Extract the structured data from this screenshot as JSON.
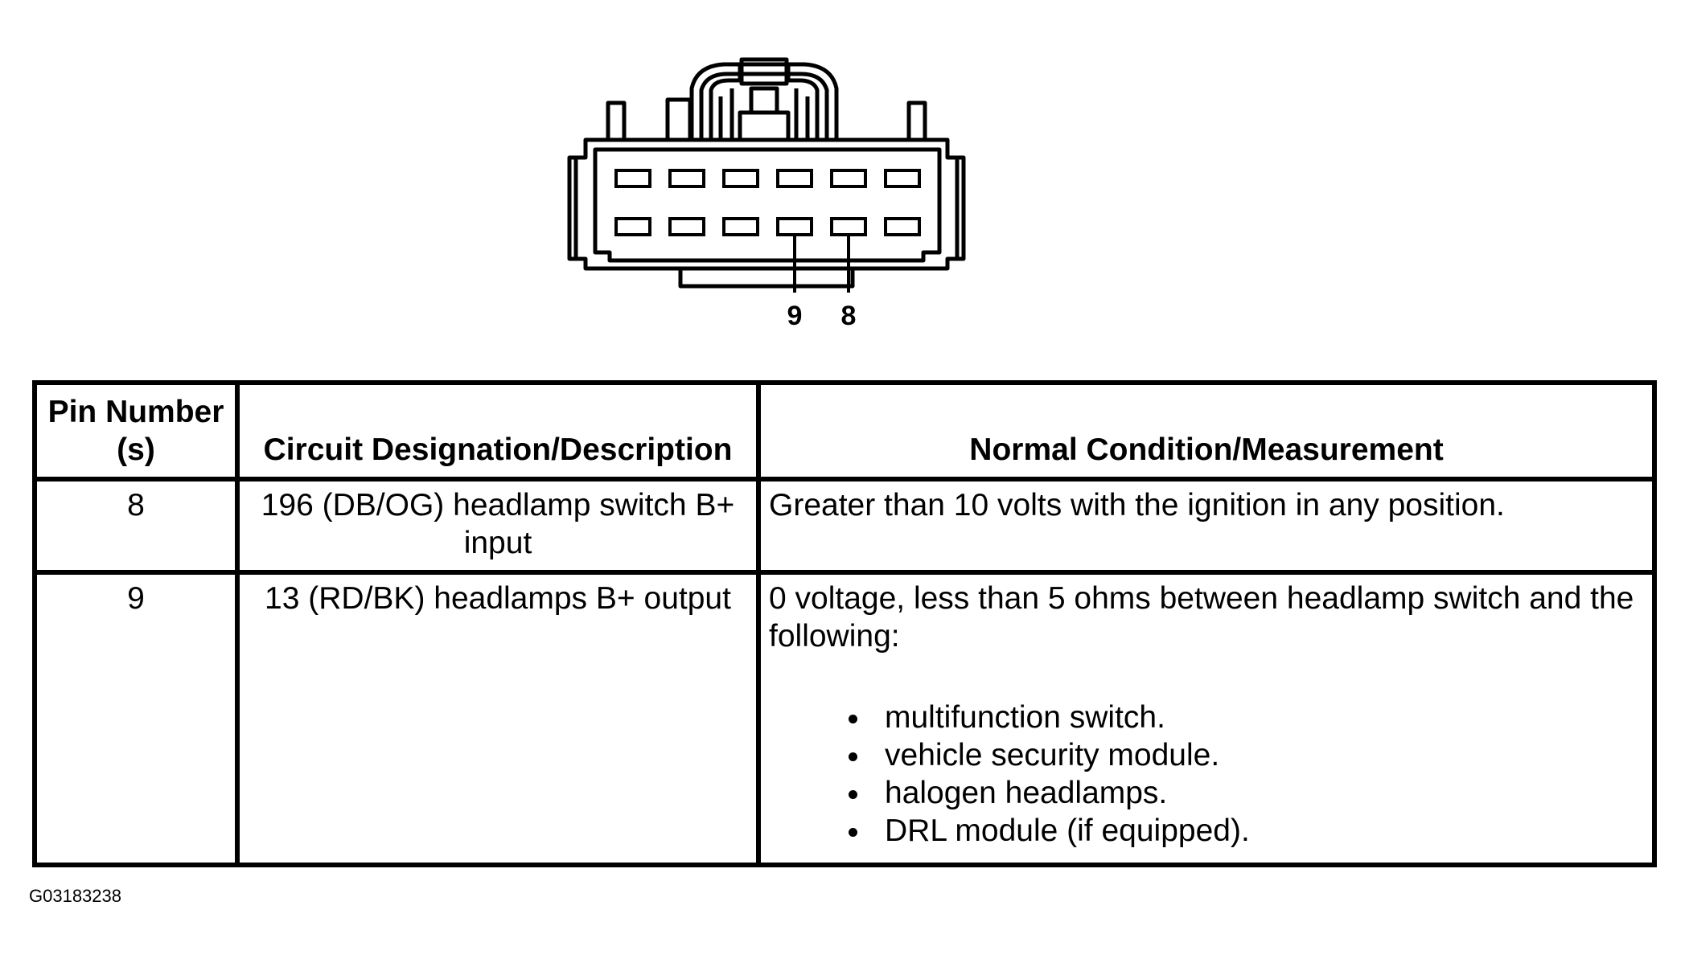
{
  "diagram": {
    "pin_callouts": [
      "9",
      "8"
    ]
  },
  "table": {
    "headers": {
      "pin_line1": "Pin Number",
      "pin_line2": "(s)",
      "circuit": "Circuit Designation/Description",
      "condition": "Normal Condition/Measurement"
    },
    "rows": [
      {
        "pin": "8",
        "circuit": "196 (DB/OG) headlamp switch B+ input",
        "condition": "Greater than 10 volts with the ignition in any position."
      },
      {
        "pin": "9",
        "circuit": "13 (RD/BK) headlamps B+ output",
        "condition": "0 voltage, less than 5 ohms between headlamp switch and the following:",
        "bullets": [
          "multifunction switch.",
          "vehicle security module.",
          "halogen headlamps.",
          "DRL module (if equipped)."
        ]
      }
    ]
  },
  "figure_id": "G03183238"
}
